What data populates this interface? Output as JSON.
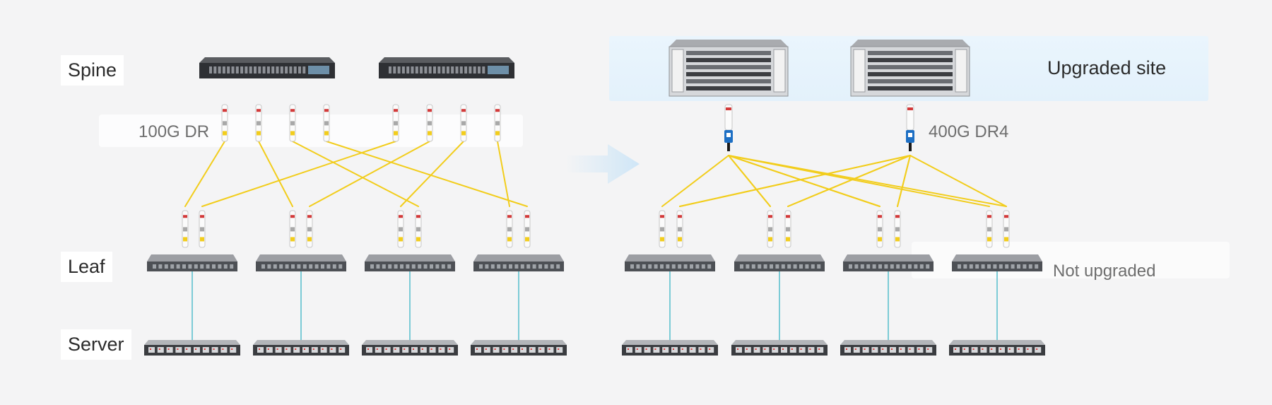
{
  "labels": {
    "spine": "Spine",
    "leaf": "Leaf",
    "server": "Server",
    "module_left": "100G DR",
    "module_right": "400G DR4",
    "upgraded": "Upgraded site",
    "not_upgraded": "Not upgraded"
  },
  "colors": {
    "fiber": "#f2cd1c",
    "copper": "#7ccbd6",
    "arrow": "#cfe6f7",
    "upgraded_band": "#e3f1fb"
  },
  "icons": {
    "spine_switch": "spine-switch-icon",
    "chassis_switch": "chassis-switch-icon",
    "leaf_switch": "leaf-switch-icon",
    "server": "rack-server-icon",
    "transceiver_100g": "qsfp28-dr-transceiver-icon",
    "transceiver_400g": "qsfp-dd-dr4-transceiver-icon",
    "migration_arrow": "arrow-right-icon"
  }
}
